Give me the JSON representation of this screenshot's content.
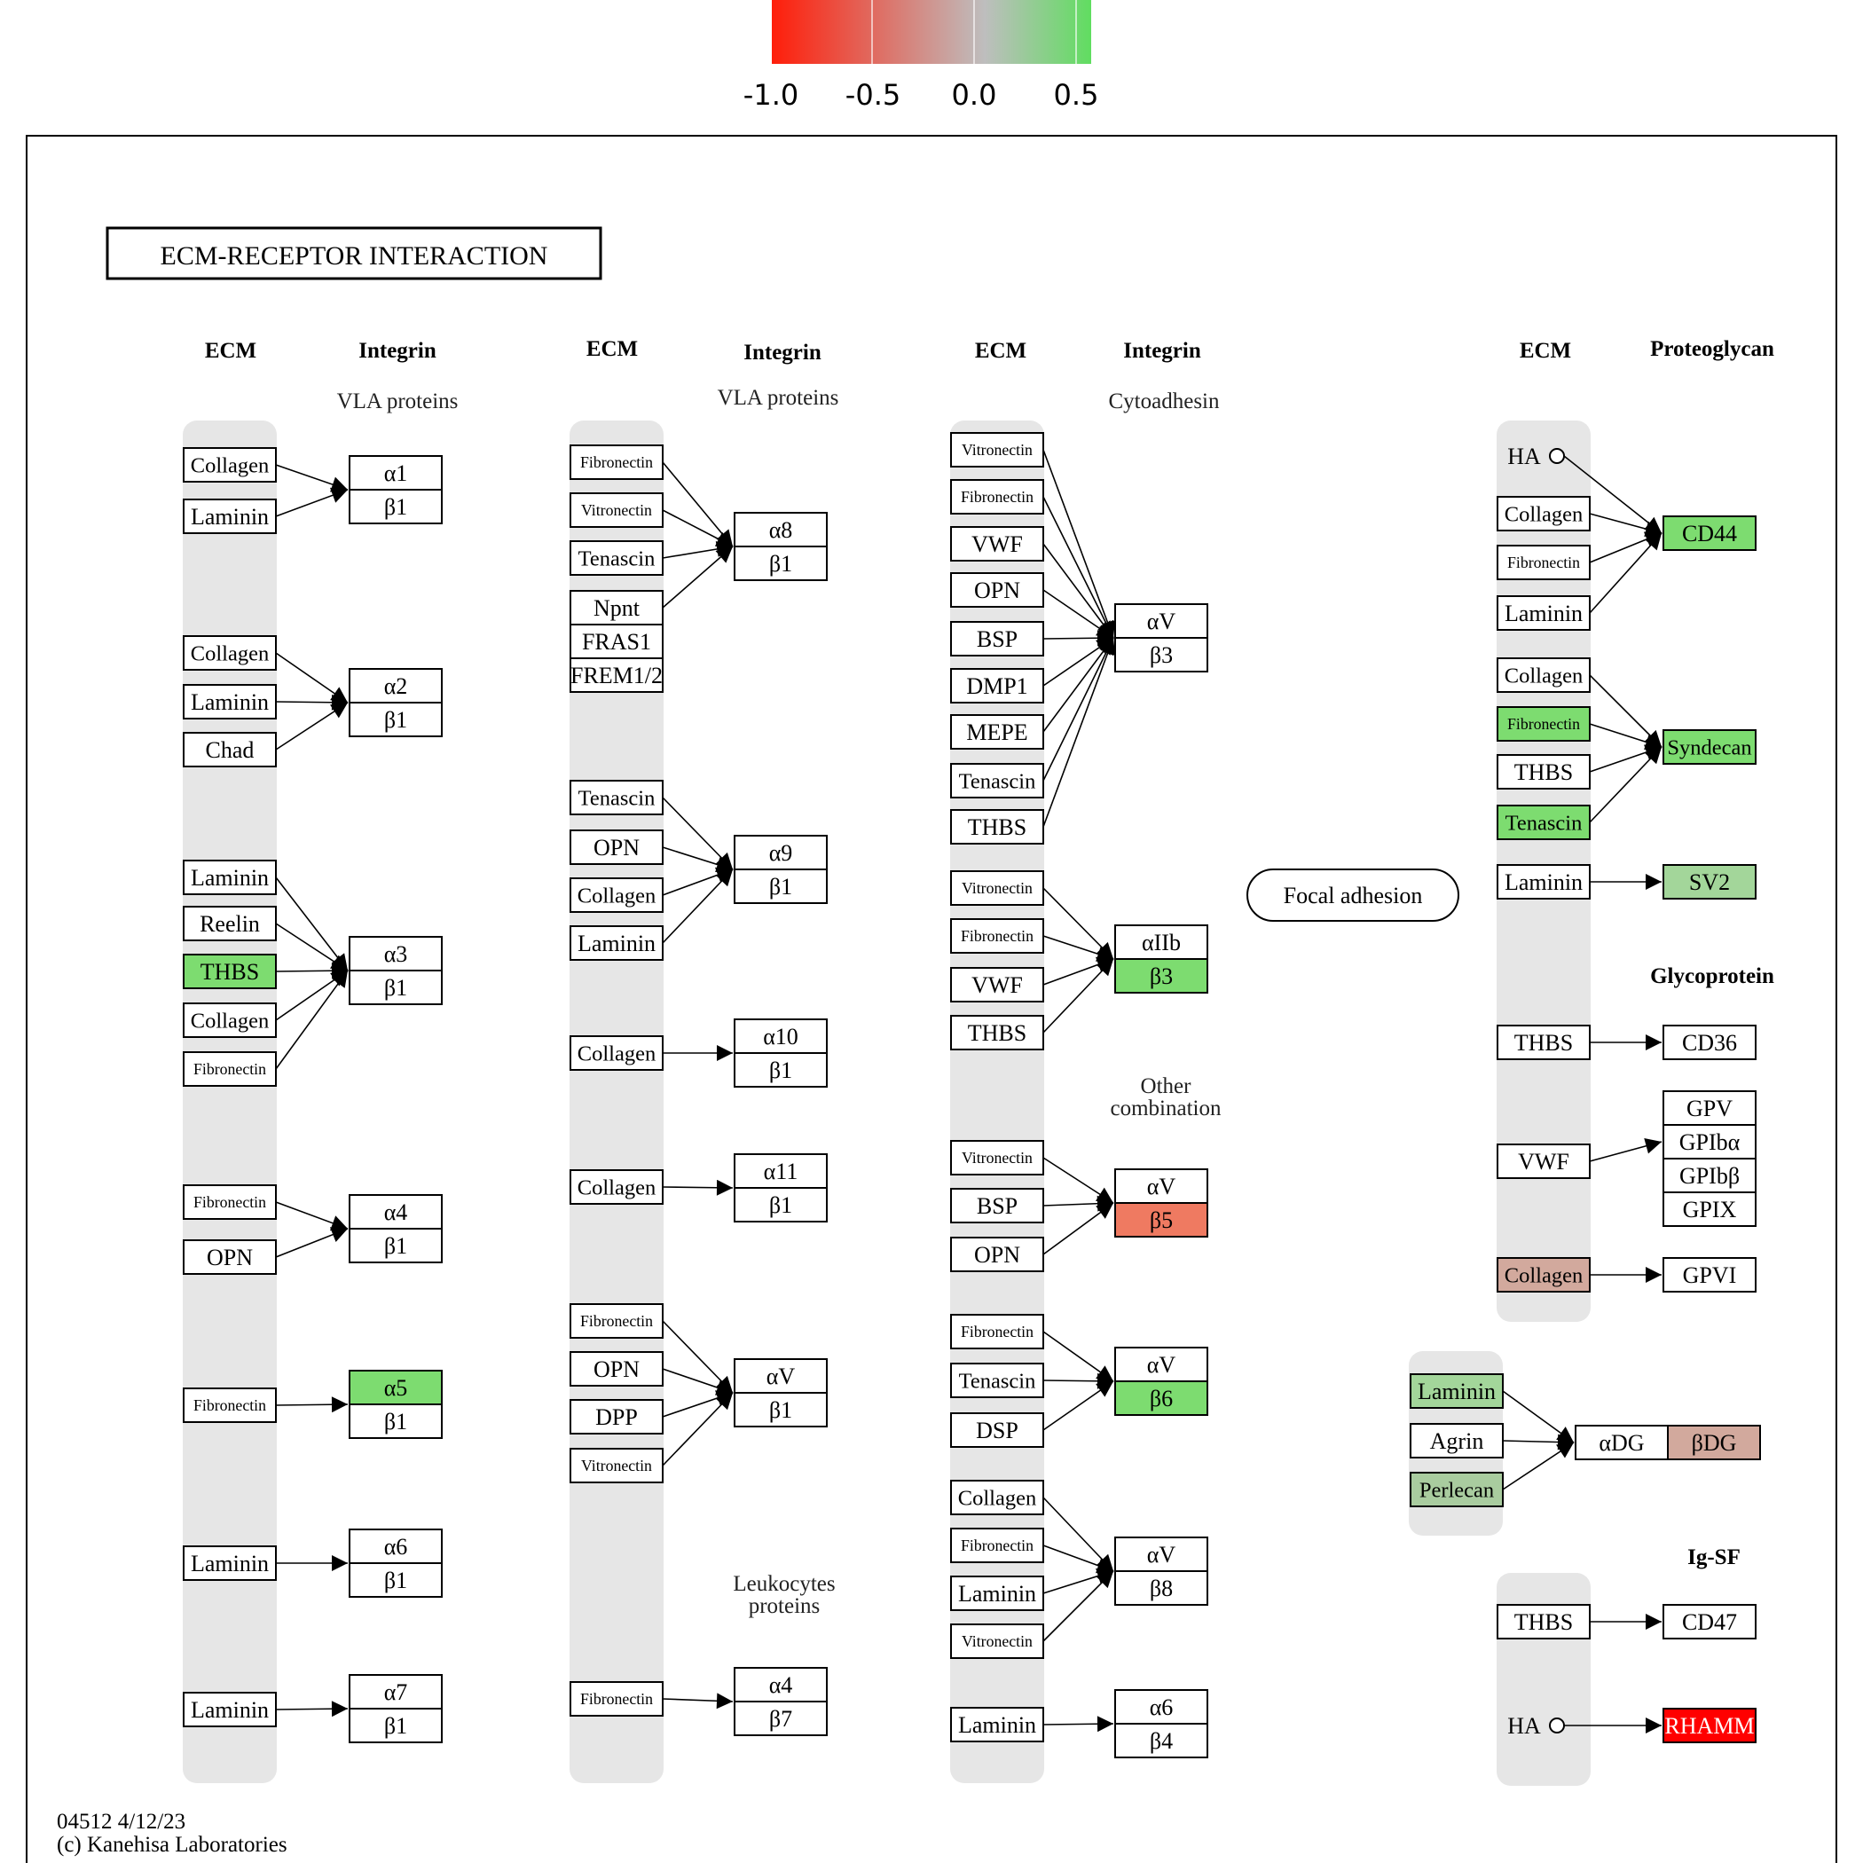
{
  "legend": {
    "ticks": [
      "-1.0",
      "-0.5",
      "0.0",
      "0.5"
    ],
    "colors": {
      "low": "#ff0000",
      "mid": "#bebebe",
      "high": "#60dd60"
    }
  },
  "title": "ECM-RECEPTOR  INTERACTION",
  "headers": {
    "ecm": "ECM",
    "integrin": "Integrin",
    "proteoglycan": "Proteoglycan",
    "glycoprotein": "Glycoprotein",
    "igsf": "Ig-SF"
  },
  "subheaders": {
    "vla": "VLA proteins",
    "cytoadhesin": "Cytoadhesin",
    "other_line1": "Other",
    "other_line2": "combination",
    "leuko_line1": "Leukocytes",
    "leuko_line2": "proteins"
  },
  "focal_adhesion": "Focal adhesion",
  "footer": {
    "line1": "04512 4/12/23",
    "line2": "(c) Kanehisa Laboratories"
  },
  "col1_ecm": [
    "Collagen",
    "Laminin",
    "Collagen",
    "Laminin",
    "Chad",
    "Laminin",
    "Reelin",
    "THBS",
    "Collagen",
    "Fibronectin",
    "Fibronectin",
    "OPN",
    "Fibronectin",
    "Laminin",
    "Laminin"
  ],
  "col1_int": [
    "α1",
    "β1",
    "α2",
    "β1",
    "α3",
    "β1",
    "α4",
    "β1",
    "α5",
    "β1",
    "α6",
    "β1",
    "α7",
    "β1"
  ],
  "col2_ecm": [
    "Fibronectin",
    "Vitronectin",
    "Tenascin",
    "Npnt",
    "FRAS1",
    "FREM1/2",
    "Tenascin",
    "OPN",
    "Collagen",
    "Laminin",
    "Collagen",
    "Collagen",
    "Fibronectin",
    "OPN",
    "DPP",
    "Vitronectin",
    "Fibronectin"
  ],
  "col2_int": [
    "α8",
    "β1",
    "α9",
    "β1",
    "α10",
    "β1",
    "α11",
    "β1",
    "αV",
    "β1",
    "α4",
    "β7"
  ],
  "col3_ecm": [
    "Vitronectin",
    "Fibronectin",
    "VWF",
    "OPN",
    "BSP",
    "DMP1",
    "MEPE",
    "Tenascin",
    "THBS",
    "Vitronectin",
    "Fibronectin",
    "VWF",
    "THBS",
    "Vitronectin",
    "BSP",
    "OPN",
    "Fibronectin",
    "Tenascin",
    "DSP",
    "Collagen",
    "Fibronectin",
    "Laminin",
    "Vitronectin",
    "Laminin"
  ],
  "col3_int": [
    "αV",
    "β3",
    "αIIb",
    "β3",
    "αV",
    "β5",
    "αV",
    "β6",
    "αV",
    "β8",
    "α6",
    "β4"
  ],
  "col4_ecm": [
    "HA",
    "Collagen",
    "Fibronectin",
    "Laminin",
    "Collagen",
    "Fibronectin",
    "THBS",
    "Tenascin",
    "Laminin",
    "THBS",
    "VWF",
    "Collagen",
    "Laminin",
    "Agrin",
    "Perlecan",
    "THBS",
    "HA"
  ],
  "col4_rec": [
    "CD44",
    "Syndecan",
    "SV2",
    "CD36",
    "GPV",
    "GPIbα",
    "GPIbβ",
    "GPIX",
    "GPVI",
    "αDG",
    "βDG",
    "CD47",
    "RHAMM"
  ],
  "highlight_colors": {
    "green": "#7ddc70",
    "pale_green": "#a3d69a",
    "sage": "#a9cc9f",
    "salmon": "#ef7a61",
    "rosy": "#d2a99d",
    "red": "#ff0000"
  }
}
